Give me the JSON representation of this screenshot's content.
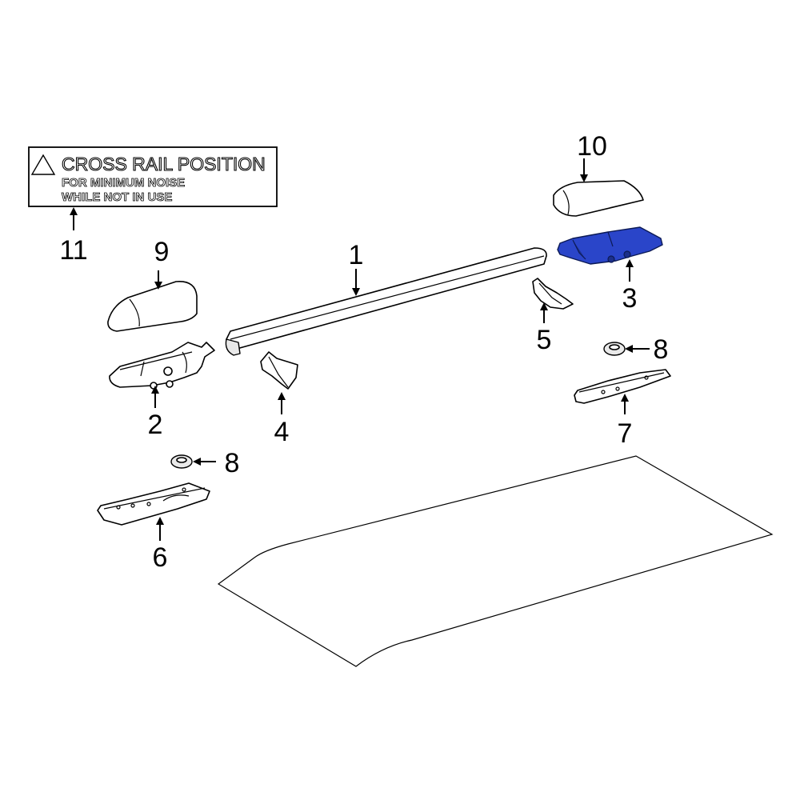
{
  "label": {
    "line1": "CROSS RAIL POSITION",
    "line2": "FOR MINIMUM NOISE",
    "line3": "WHILE NOT IN USE"
  },
  "callouts": {
    "c1": "1",
    "c2": "2",
    "c3": "3",
    "c4": "4",
    "c5": "5",
    "c6": "6",
    "c7": "7",
    "c8a": "8",
    "c8b": "8",
    "c9": "9",
    "c10": "10",
    "c11": "11"
  },
  "colors": {
    "highlight": "#2a45c9",
    "line": "#000000",
    "background": "#ffffff"
  }
}
